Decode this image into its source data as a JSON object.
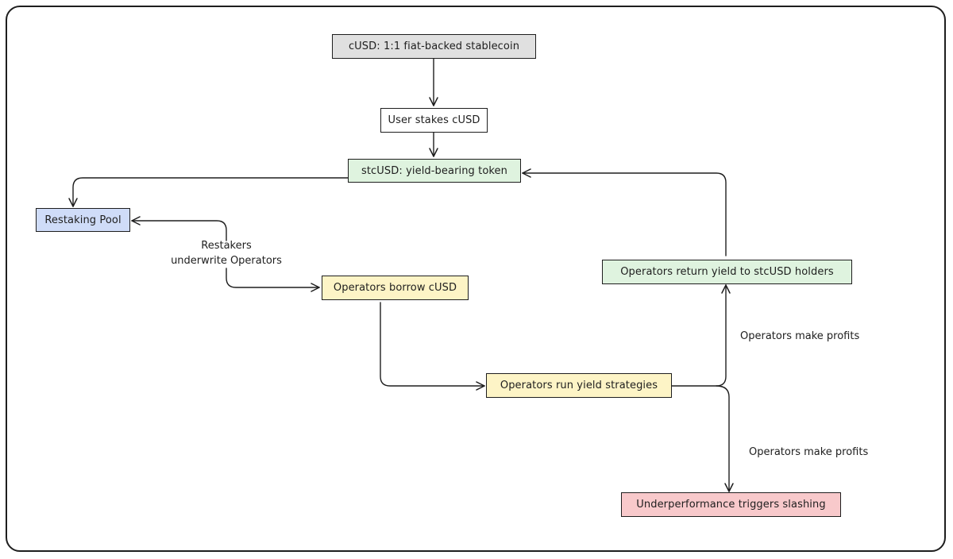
{
  "colors": {
    "gray": "#e0e0e0",
    "white": "#ffffff",
    "green": "#dff3df",
    "blue": "#cfdcf8",
    "yellow": "#fdf4c6",
    "red": "#f8c9cb",
    "stroke": "#1e1e1e"
  },
  "nodes": {
    "cusd": "cUSD: 1:1 fiat-backed stablecoin",
    "stake": "User stakes cUSD",
    "stcusd": "stcUSD: yield-bearing token",
    "pool": "Restaking Pool",
    "borrow": "Operators borrow cUSD",
    "strategies": "Operators run yield strategies",
    "return_yield": "Operators return yield to stcUSD holders",
    "slashing": "Underperformance triggers slashing"
  },
  "edge_labels": {
    "underwrite_line1": "Restakers",
    "underwrite_line2": "underwrite Operators",
    "profits_up": "Operators make profits",
    "profits_down": "Operators make profits"
  }
}
